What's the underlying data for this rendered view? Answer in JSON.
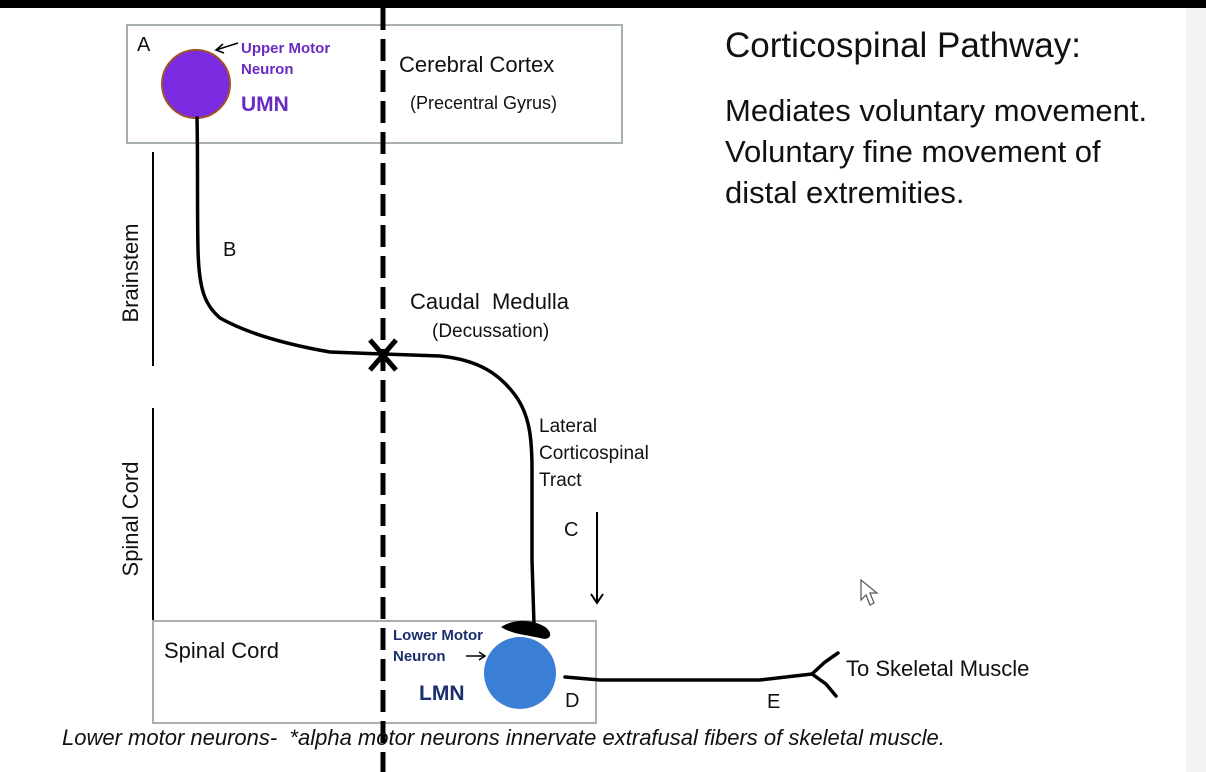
{
  "title": "Corticospinal Pathway:",
  "description_lines": [
    "Mediates voluntary movement.",
    "Voluntary fine movement of",
    "distal extremities."
  ],
  "letters": {
    "a": "A",
    "b": "B",
    "c": "C",
    "d": "D",
    "e": "E"
  },
  "umn": {
    "label_line1": "Upper Motor",
    "label_line2": "Neuron",
    "abbr": "UMN"
  },
  "lmn": {
    "label_line1": "Lower Motor",
    "label_line2": "Neuron",
    "abbr": "LMN"
  },
  "cortex": {
    "name": "Cerebral Cortex",
    "sub": "(Precentral Gyrus)"
  },
  "medulla": {
    "name": "Caudal  Medulla",
    "sub": "(Decussation)"
  },
  "tract": {
    "line1": "Lateral",
    "line2": "Corticospinal",
    "line3": "Tract"
  },
  "regions": {
    "brainstem": "Brainstem",
    "spinal_cord_vertical": "Spinal Cord",
    "spinal_cord_box": "Spinal Cord"
  },
  "muscle_label": "To Skeletal Muscle",
  "footnote": "Lower motor neurons-  *alpha motor neurons innervate extrafusal fibers of skeletal muscle.",
  "colors": {
    "umn": "#7a2be0",
    "lmn": "#3a7fd5",
    "umn_text": "#6a2cc0",
    "lmn_text": "#1a2f6e",
    "box_border": "#a8b0ad"
  }
}
